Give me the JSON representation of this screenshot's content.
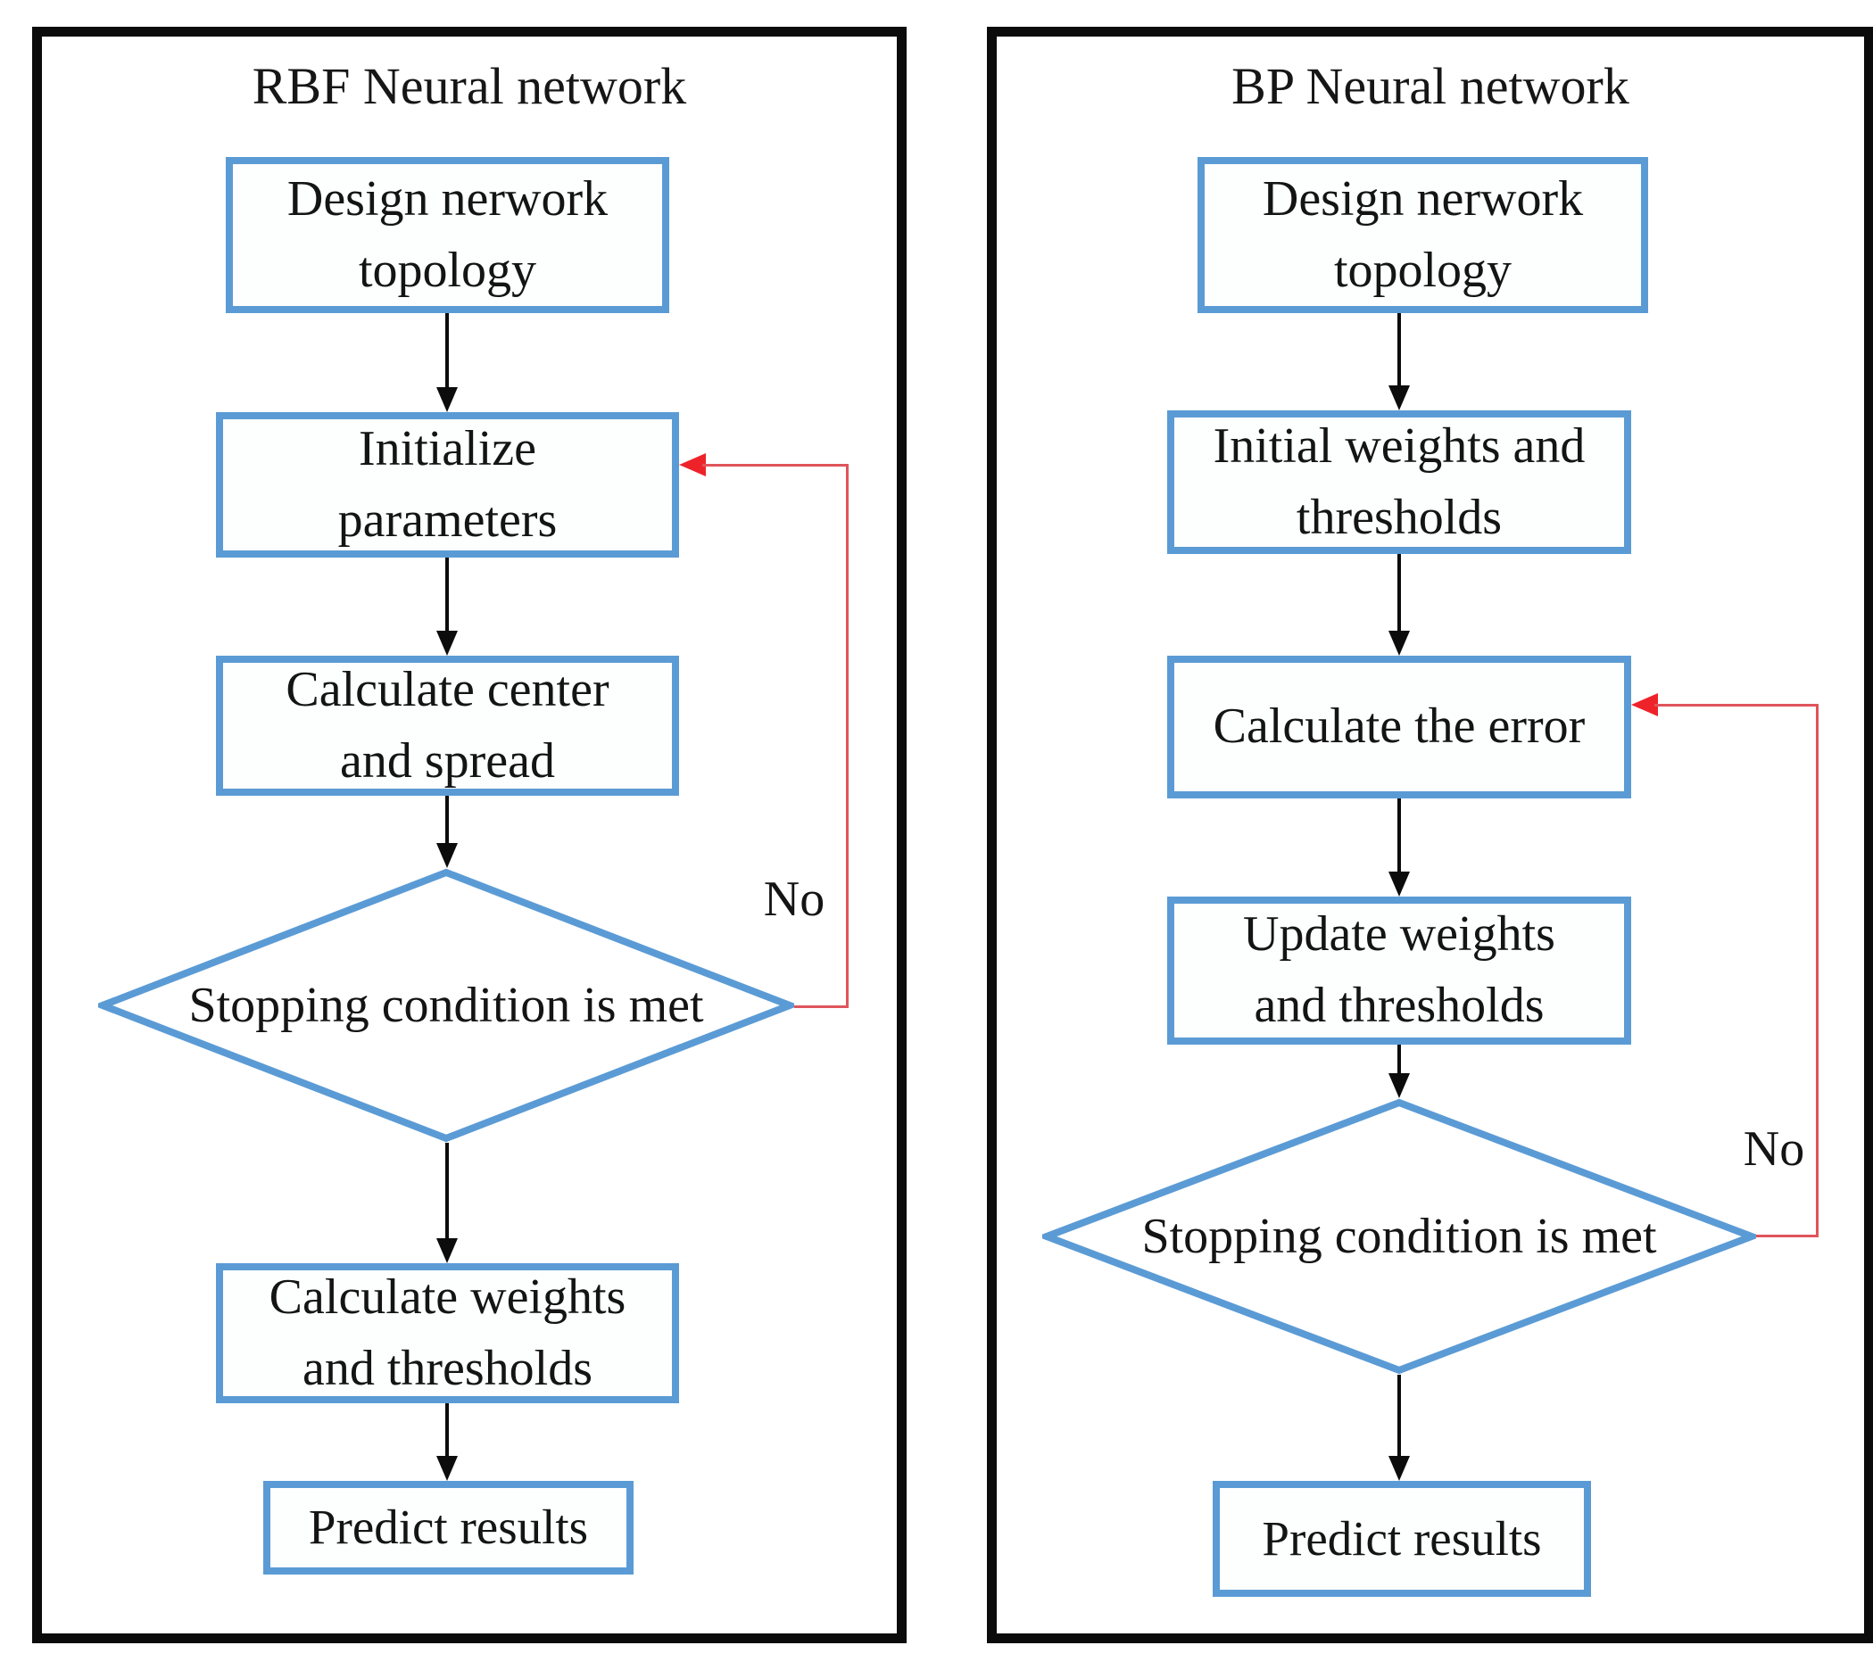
{
  "diagram_type": "flowchart-comparison",
  "colors": {
    "panel_border": "#0b0b0b",
    "box_border": "#5b9bd5",
    "flow_arrow": "#0c0c0c",
    "loop_line": "#e0555b",
    "loop_arrowhead": "#ee2329",
    "text": "#141414",
    "background": "#ffffff"
  },
  "left_panel": {
    "title": "RBF Neural network",
    "steps": [
      "Design nerwork\ntopology",
      "Initialize\nparameters",
      "Calculate center\nand spread",
      "Stopping condition is met",
      "Calculate weights\nand thresholds",
      "Predict results"
    ],
    "decision_no_label": "No"
  },
  "right_panel": {
    "title": "BP Neural network",
    "steps": [
      "Design nerwork\ntopology",
      "Initial weights and\nthresholds",
      "Calculate the error",
      "Update weights\nand thresholds",
      "Stopping condition is met",
      "Predict results"
    ],
    "decision_no_label": "No"
  }
}
